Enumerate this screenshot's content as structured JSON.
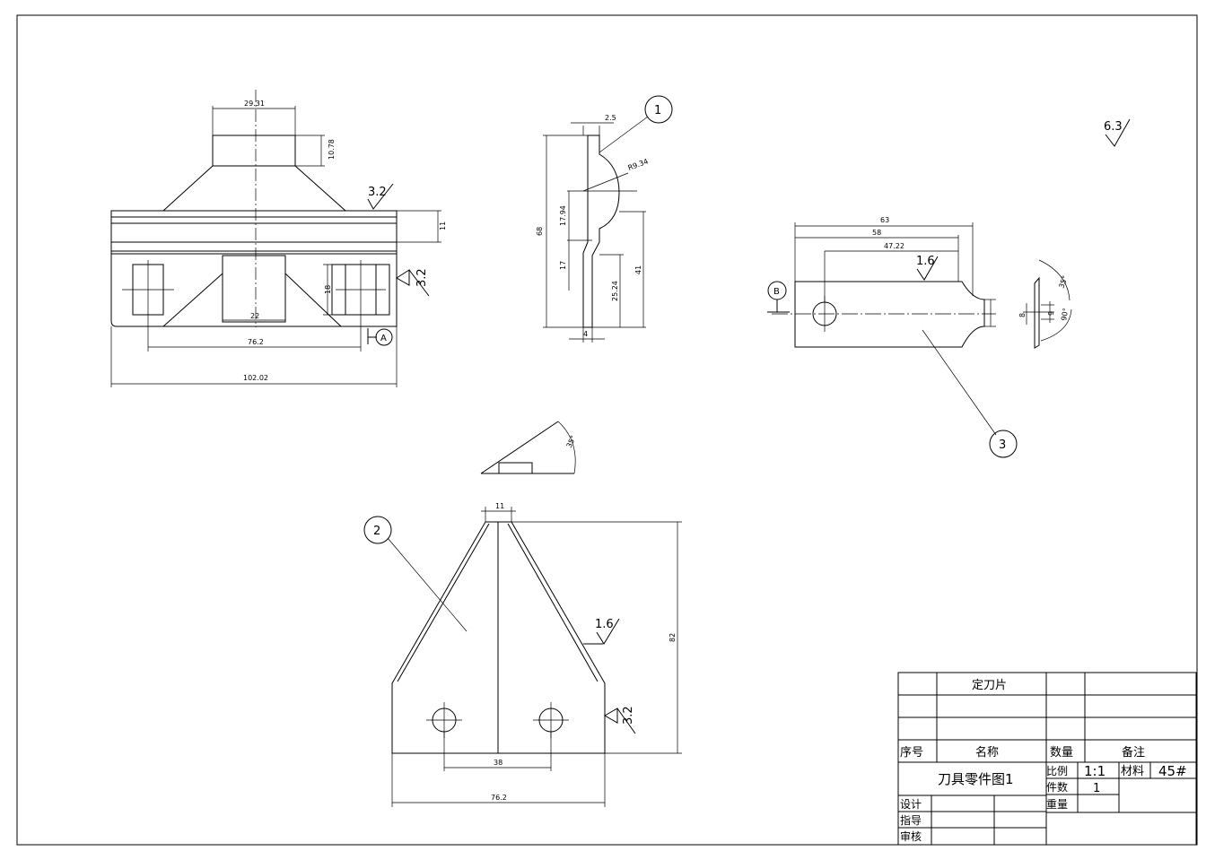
{
  "part1": {
    "balloon": "1",
    "dims": {
      "top_width": "29.31",
      "top_height": "10.78",
      "band_height": "11",
      "slot_height": "18",
      "center_slot": "22",
      "holes": "76.2",
      "overall": "102.02",
      "thickness": "2.5",
      "radius": "R9.34",
      "h_total": "68",
      "h_upper": "17.94",
      "h_lower": "17",
      "h_right": "41",
      "h_right_low": "25.24",
      "base_thk": "4"
    },
    "roughness": {
      "top": "3.2",
      "right": "3.2"
    },
    "datum": "A"
  },
  "part2": {
    "balloon": "2",
    "dims": {
      "tip": "11",
      "height": "82",
      "holes": "38",
      "width": "76.2",
      "angle": "35°"
    },
    "roughness": {
      "edge": "1.6",
      "right": "3.2"
    }
  },
  "part3": {
    "balloon": "3",
    "dims": {
      "l1": "63",
      "l2": "58",
      "l3": "47.22",
      "angle1": "35°",
      "angle2": "90°",
      "h1": "8",
      "h2": "9"
    },
    "roughness": {
      "face": "1.6"
    },
    "datum": "B"
  },
  "general_roughness": "6.3",
  "title_block": {
    "part_name": "定刀片",
    "col_seq": "序号",
    "col_name": "名称",
    "col_qty": "数量",
    "col_note": "备注",
    "drawing_title": "刀具零件图1",
    "scale_label": "比例",
    "scale_value": "1:1",
    "material_label": "材料",
    "material_value": "45#",
    "count_label": "件数",
    "count_value": "1",
    "weight_label": "重量",
    "design": "设计",
    "guide": "指导",
    "review": "审核"
  }
}
